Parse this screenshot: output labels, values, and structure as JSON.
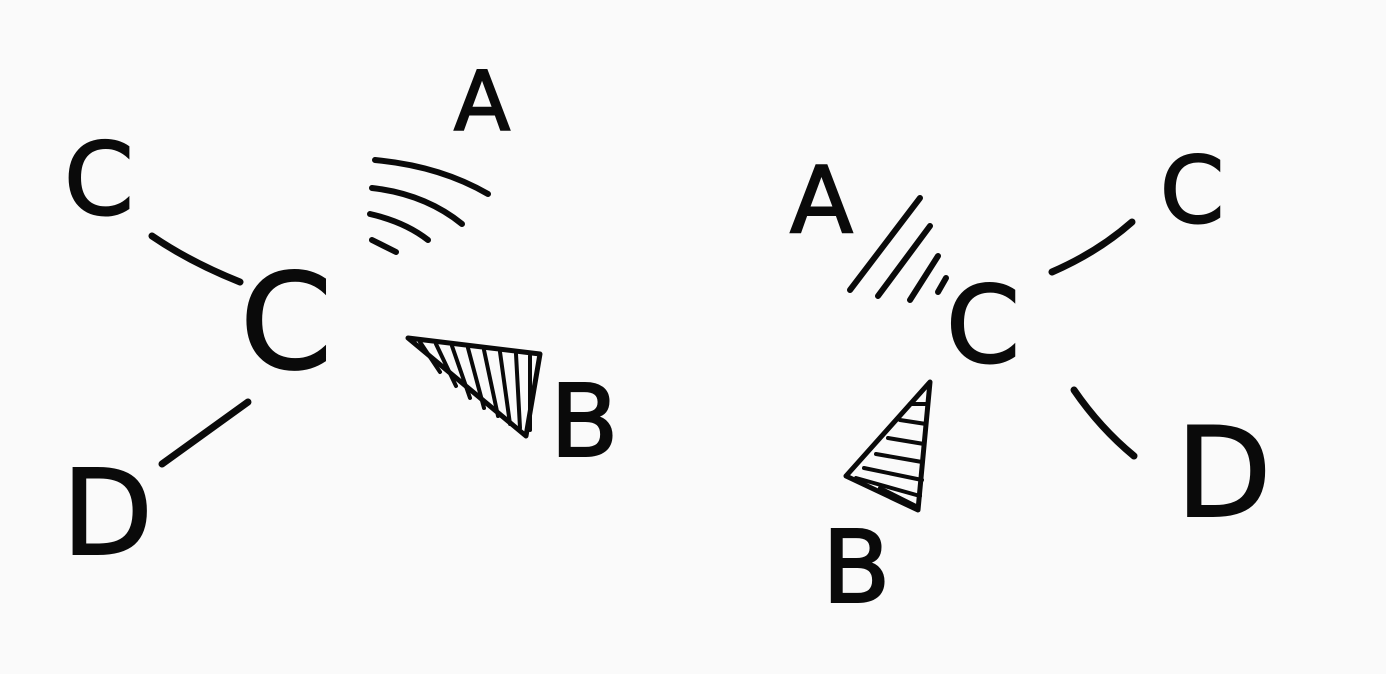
{
  "molecules": [
    {
      "center": "C",
      "substituents": {
        "a": "A",
        "b": "B",
        "c": "C",
        "d": "D"
      }
    },
    {
      "center": "C",
      "substituents": {
        "a": "A",
        "b": "B",
        "c": "C",
        "d": "D"
      }
    }
  ],
  "colors": {
    "ink": "#0a0a0a",
    "background": "#fafafa"
  }
}
